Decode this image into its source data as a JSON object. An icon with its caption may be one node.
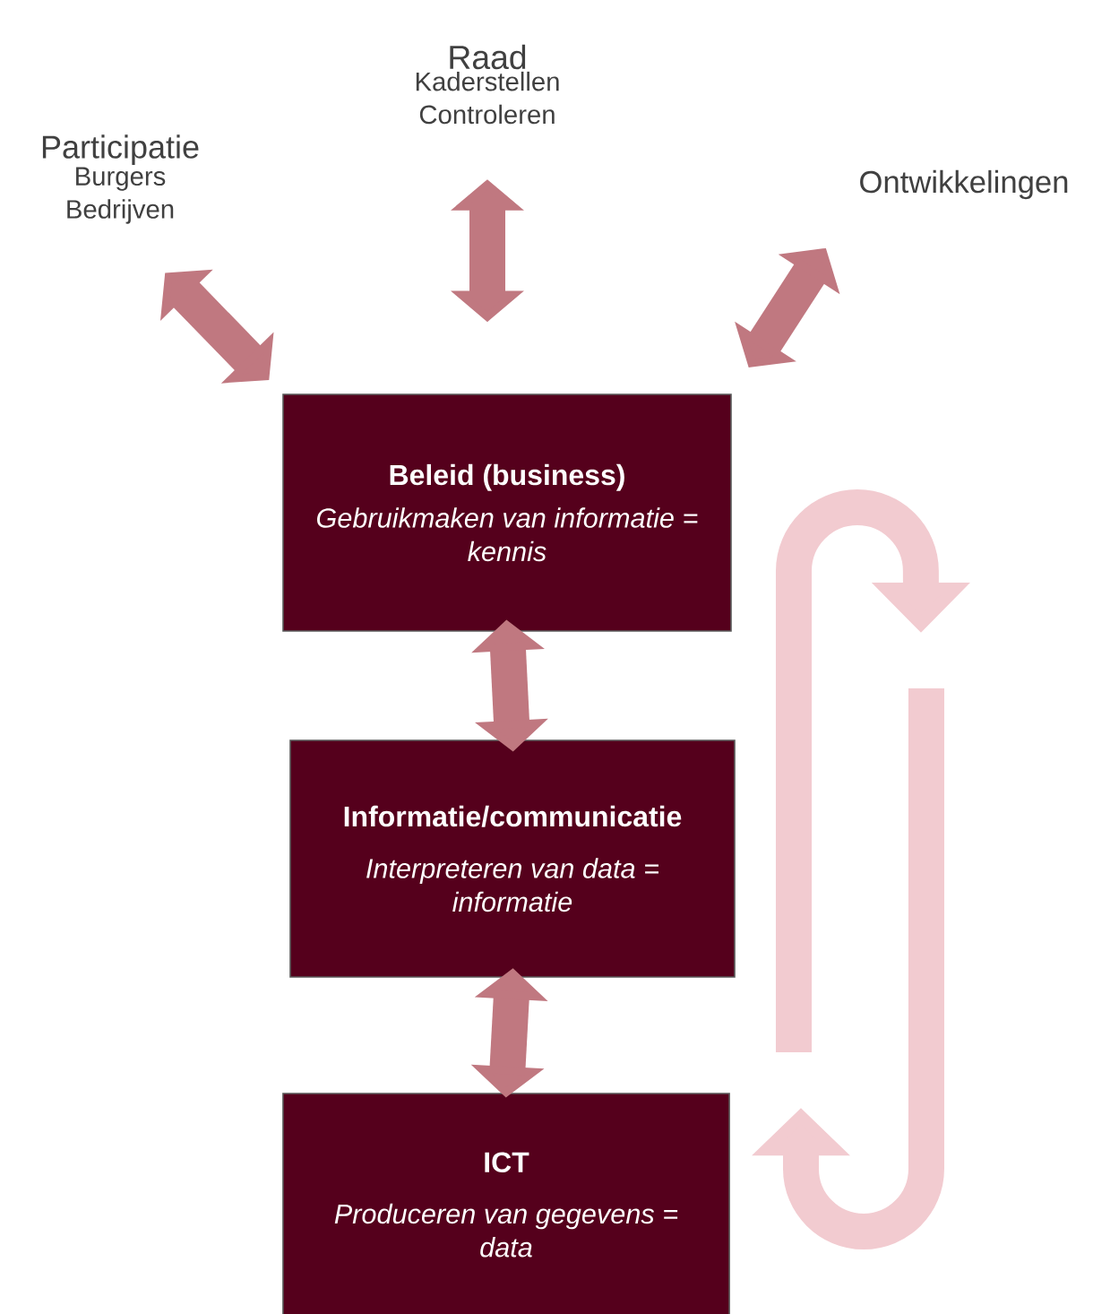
{
  "diagram": {
    "nodes": [
      {
        "text": [
          "Participatie",
          "Burgers Bedrijven"
        ]
      },
      {
        "text": [
          "Raad",
          "Kaderstellen Controleren"
        ]
      },
      {
        "text": [
          "Ontwikkelingen"
        ]
      },
      {
        "text": [
          "Beleid (business)",
          "Gebruikmaken van informatie = kennis"
        ]
      },
      {
        "text": [
          "Informatie/communicatie",
          "Interpreteren van data = informatie"
        ]
      },
      {
        "text": [
          "ICT",
          "Produceren van gegevens = data"
        ]
      }
    ],
    "edges": [
      {
        "from": 0,
        "to": 3,
        "arrow": "both"
      },
      {
        "from": 1,
        "to": 3,
        "arrow": "both"
      },
      {
        "from": 2,
        "to": 3,
        "arrow": "both"
      },
      {
        "from": 3,
        "to": 4,
        "arrow": "both"
      },
      {
        "from": 4,
        "to": 5,
        "arrow": "both"
      }
    ]
  }
}
